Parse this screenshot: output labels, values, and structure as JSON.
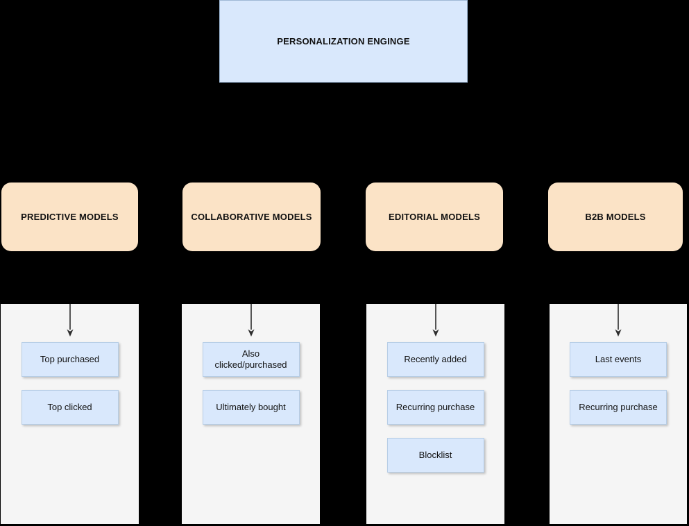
{
  "colors": {
    "background": "#000000",
    "engine_fill": "#d9e8fc",
    "engine_border": "#9fb9d6",
    "group_fill": "#fbe3c6",
    "panel_fill": "#f5f5f5",
    "item_fill": "#d9e8fc",
    "item_border": "#b6cde6",
    "arrow": "#2d2d2d"
  },
  "engine": {
    "title": "PERSONALIZATION ENGINGE"
  },
  "groups": [
    {
      "label": "PREDICTIVE MODELS",
      "items": [
        "Top purchased",
        "Top clicked"
      ]
    },
    {
      "label": "COLLABORATIVE MODELS",
      "items": [
        "Also clicked/purchased",
        "Ultimately bought"
      ]
    },
    {
      "label": "EDITORIAL MODELS",
      "items": [
        "Recently added",
        "Recurring purchase",
        "Blocklist"
      ]
    },
    {
      "label": "B2B MODELS",
      "items": [
        "Last events",
        "Recurring purchase"
      ]
    }
  ]
}
